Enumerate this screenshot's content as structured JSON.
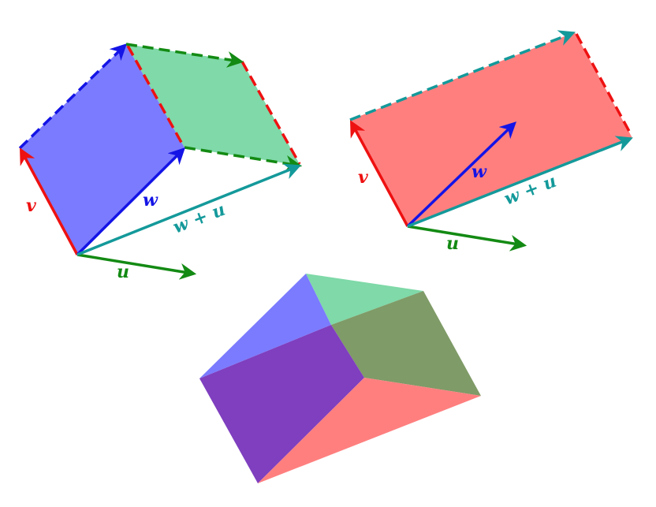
{
  "colors": {
    "v": "#ee1111",
    "w": "#1414e6",
    "u": "#138a13",
    "sum": "#14999a",
    "blue_fill": "#7b7bff",
    "green_fill": "#7fd9a8",
    "red_fill": "#ff7f7f",
    "purple_fill": "#7f3fbf",
    "olive_fill": "#7f9b67"
  },
  "labels": {
    "v": "v",
    "w": "w",
    "u": "u",
    "w_plus_u": "w + u"
  },
  "panels": {
    "left": "parallelograms spanned by v,w and v,u added",
    "right": "parallelogram spanned by v and w+u",
    "bottom": "combined shaded solid"
  }
}
